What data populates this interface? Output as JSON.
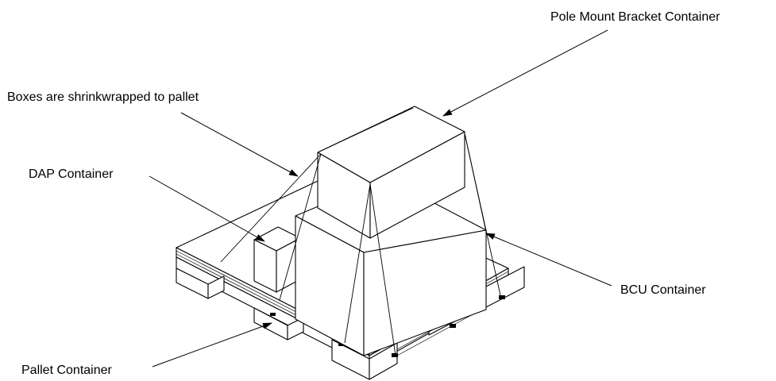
{
  "diagram": {
    "labels": {
      "pole_mount": "Pole Mount Bracket Container",
      "shrinkwrap": "Boxes are shrinkwrapped to pallet",
      "dap": "DAP Container",
      "bcu": "BCU Container",
      "pallet": "Pallet Container"
    }
  }
}
